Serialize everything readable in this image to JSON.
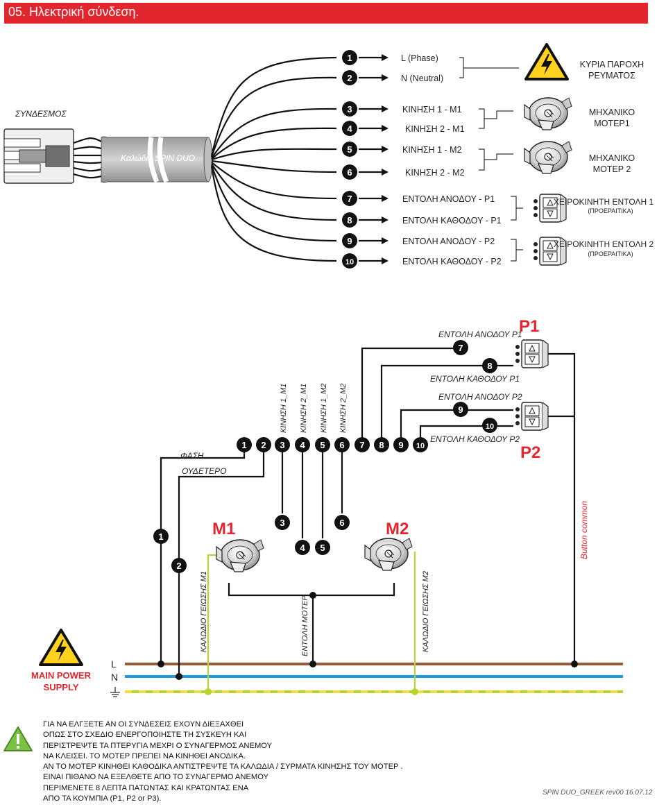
{
  "header": {
    "title": "05. Ηλεκτρική σύνδεση."
  },
  "connector": {
    "label": "ΣΥΝΔΕΣΜΟΣ",
    "cable_label": "Καλώδιο SPIN DUO"
  },
  "pins": [
    {
      "num": "1",
      "desc": "L (Phase)"
    },
    {
      "num": "2",
      "desc": "N (Neutral)"
    },
    {
      "num": "3",
      "desc": "ΚΙΝΗΣΗ 1 -  M1"
    },
    {
      "num": "4",
      "desc": "ΚΙΝΗΣΗ 2 -  M1"
    },
    {
      "num": "5",
      "desc": "ΚΙΝΗΣΗ 1 -  M2"
    },
    {
      "num": "6",
      "desc": "ΚΙΝΗΣΗ 2 -  M2"
    },
    {
      "num": "7",
      "desc": "ΕΝΤΟΛΗ ΑΝΟΔΟΥ - P1"
    },
    {
      "num": "8",
      "desc": "ΕΝΤΟΛΗ ΚΑΘΟΔΟΥ - P1"
    },
    {
      "num": "9",
      "desc": "ΕΝΤΟΛΗ ΑΝΟΔΟΥ - P2"
    },
    {
      "num": "10",
      "desc": "ΕΝΤΟΛΗ ΚΑΘΟΔΟΥ - P2"
    }
  ],
  "groups": {
    "power": "ΚΥΡΙΑ ΠΑΡΟΧΗ\nΡΕΥΜΑΤΟΣ",
    "motor1": "ΜΗΧΑΝΙΚΟ\nΜΟΤΕΡ1",
    "motor2": "ΜΗΧΑΝΙΚΟ\nΜΟΤΕΡ 2",
    "manual1": "ΧΕΙΡΟΚΙΝΗΤΗ ΕΝΤΟΛΗ 1",
    "manual1_sub": "(ΠΡΟΕΡΑΙΤΙΚΑ)",
    "manual2": "ΧΕΙΡΟΚΙΝΗΤΗ ΕΝΤΟΛΗ 2",
    "manual2_sub": "(ΠΡΟΕΡΑΙΤΙΚΑ)"
  },
  "wiring": {
    "phase": "ΦΑΣΗ",
    "neutral": "ΟΥΔΕΤΕΡΟ",
    "verticals": [
      "ΚΙΝΗΣΗ 1_M1",
      "ΚΙΝΗΣΗ 2_M1",
      "ΚΙΝΗΣΗ 1_M2",
      "ΚΙΝΗΣΗ 2_M2"
    ],
    "p1_up": "ΕΝΤΟΛΗ ΑΝΟΔΟΥ  P1",
    "p1_down": "ΕΝΤΟΛΗ ΚΑΘΟΔΟΥ P1",
    "p2_up": "ΕΝΤΟΛΗ ΑΝΟΔΟΥ  P2",
    "p2_down": "ΕΝΤΟΛΗ ΚΑΘΟΔΟΥ P2",
    "p1": "P1",
    "p2": "P2",
    "m1": "M1",
    "m2": "M2",
    "button_common": "Button common",
    "earth_m1": "ΚΑΛΩΔΙΟ ΓΕΙΩΣΗΣ  M1",
    "earth_m2": "ΚΑΛΩΔΙΟ ΓΕΙΩΣΗΣ  M2",
    "motor_command": "ΕΝΤΟΛΗ ΜΟΤΕΡ"
  },
  "supply": {
    "label": "MAIN POWER\nSUPPLY",
    "L": "L",
    "N": "N"
  },
  "notes": [
    "ΓΙΑ ΝΑ ΕΛΓΞΕΤΕ ΑΝ ΟΙ ΣΥΝΔΕΣΕΙΣ ΕΧΟΥΝ ΔΙΕΞΑΧΘΕΙ",
    " ΟΠΩΣ ΣΤΟ ΣΧΕΔΙΟ ΕΝΕΡΓΟΠΟΙΗΣΤΕ ΤΗ ΣΥΣΚΕΥΗ ΚΑΙ",
    " ΠΕΡΙΣΤΡΕΨΤΕ ΤΑ ΠΤΕΡΥΓΙΑ ΜΕΧΡΙ Ο ΣΥΝΑΓΕΡΜΟΣ ΑΝΕΜΟΥ",
    " ΝΑ ΚΛΕΙΣΕΙ. ΤΟ ΜΟΤΕΡ ΠΡΕΠΕΙ ΝΑ ΚΙΝΗΘΕΙ ΑΝΟΔΙΚΑ.",
    "ΑΝ ΤΟ ΜΟΤΕΡ ΚΙΝΗΘΕΙ ΚΑΘΟΔΙΚΑ ΑΝΤΙΣΤΡΕΨΤΕ ΤΑ ΚΑΛΩΔΙΑ / ΣΥΡΜΑΤΑ ΚΙΝΗΣΗΣ ΤΟΥ ΜΟΤΕΡ .",
    " ΕΙΝΑΙ ΠΙΘΑΝΟ ΝΑ ΕΞΕΛΘΕΤΕ ΑΠΟ ΤΟ ΣΥΝΑΓΕΡΜΟ ΑΝΕΜΟΥ",
    " ΠΕΡΙΜΕΝΕΤΕ 8 ΛΕΠΤΑ ΠΑΤΩΝΤΑΣ ΚΑΙ ΚΡΑΤΩΝΤΑΣ ΕΝΑ",
    "ΑΠΟ ΤΑ ΚΟΥΜΠΙΑ (P1, P2 or P3)."
  ],
  "revision": "SPIN DUO_GREEK rev00 16.07.12",
  "colors": {
    "header": "#e3262d",
    "accent_red": "#e3262d",
    "brown": "#9a5a3a",
    "blue": "#1d9be0",
    "earth_green": "#b6d335",
    "earth_yellow": "#f2e03a"
  }
}
